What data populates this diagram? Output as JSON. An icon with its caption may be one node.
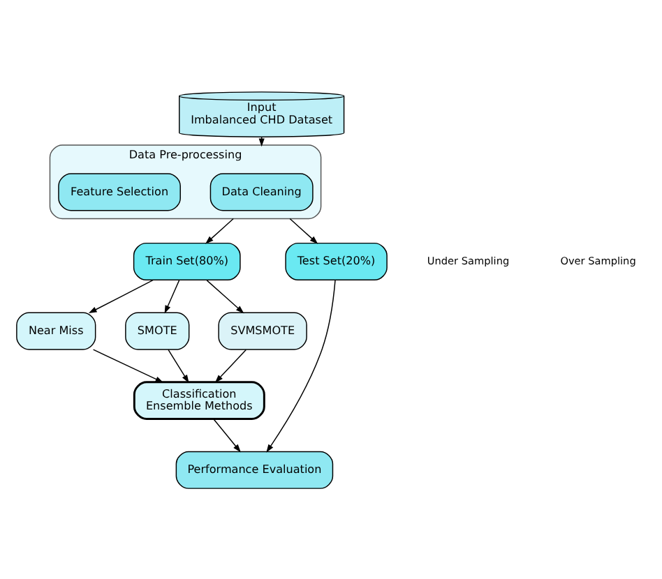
{
  "diagram": {
    "nodes": [
      {
        "text": [
          "Input",
          "Imbalanced CHD Dataset"
        ]
      },
      {
        "text": [
          "Data Pre-processing"
        ]
      },
      {
        "text": [
          "Data Cleaning"
        ],
        "in": 1
      },
      {
        "text": [
          "Feature Selection"
        ],
        "in": 1
      },
      {
        "text": [
          "Train Set(80%)"
        ]
      },
      {
        "text": [
          "Test Set(20%)"
        ]
      },
      {
        "text": [
          "Near Miss"
        ]
      },
      {
        "text": [
          "SMOTE"
        ]
      },
      {
        "text": [
          "SVMSMOTE"
        ]
      },
      {
        "text": [
          "Classification",
          "Ensemble Methods"
        ]
      },
      {
        "text": [
          "Performance Evaluation"
        ]
      }
    ],
    "edges": [
      {
        "from": 0,
        "to": 1,
        "arrow": "to"
      },
      {
        "from": 1,
        "to": 4,
        "arrow": "to"
      },
      {
        "from": 1,
        "to": 5,
        "arrow": "to"
      },
      {
        "from": 4,
        "to": 6,
        "arrow": "to"
      },
      {
        "from": 4,
        "to": 7,
        "arrow": "to"
      },
      {
        "from": 4,
        "to": 8,
        "arrow": "to"
      },
      {
        "from": 6,
        "to": 9,
        "arrow": "to"
      },
      {
        "from": 7,
        "to": 9,
        "arrow": "to"
      },
      {
        "from": 8,
        "to": 9,
        "arrow": "to"
      },
      {
        "from": 9,
        "to": 10,
        "arrow": "to"
      },
      {
        "from": 5,
        "to": 10,
        "arrow": "to"
      }
    ],
    "labels": [
      "Under Sampling",
      "Over Sampling"
    ]
  }
}
